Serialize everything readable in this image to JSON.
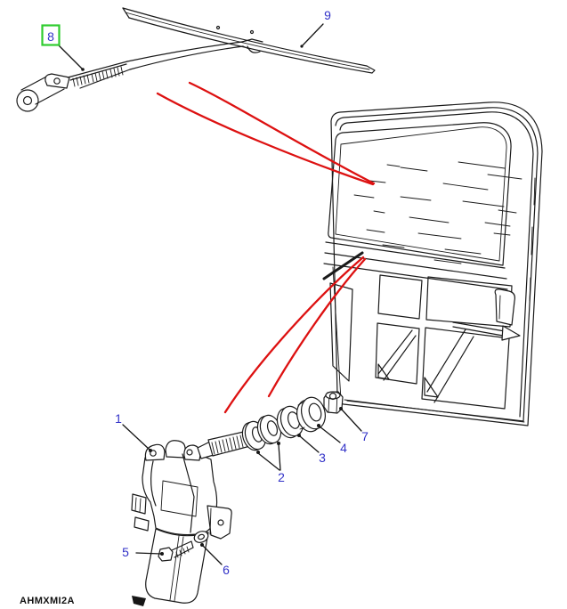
{
  "figure": {
    "drawing_code": "AHMXMI2A",
    "callouts": {
      "c1": "1",
      "c2": "2",
      "c3": "3",
      "c4": "4",
      "c5": "5",
      "c6": "6",
      "c7": "7",
      "c8": "8",
      "c9": "9"
    },
    "highlighted_callout": "8",
    "colors": {
      "line": "#1a1a1a",
      "leader_red": "#dd1111",
      "callout_blue": "#3232c8",
      "highlight_green": "#2fcc2f",
      "code_text": "#111111",
      "background": "#ffffff"
    }
  }
}
